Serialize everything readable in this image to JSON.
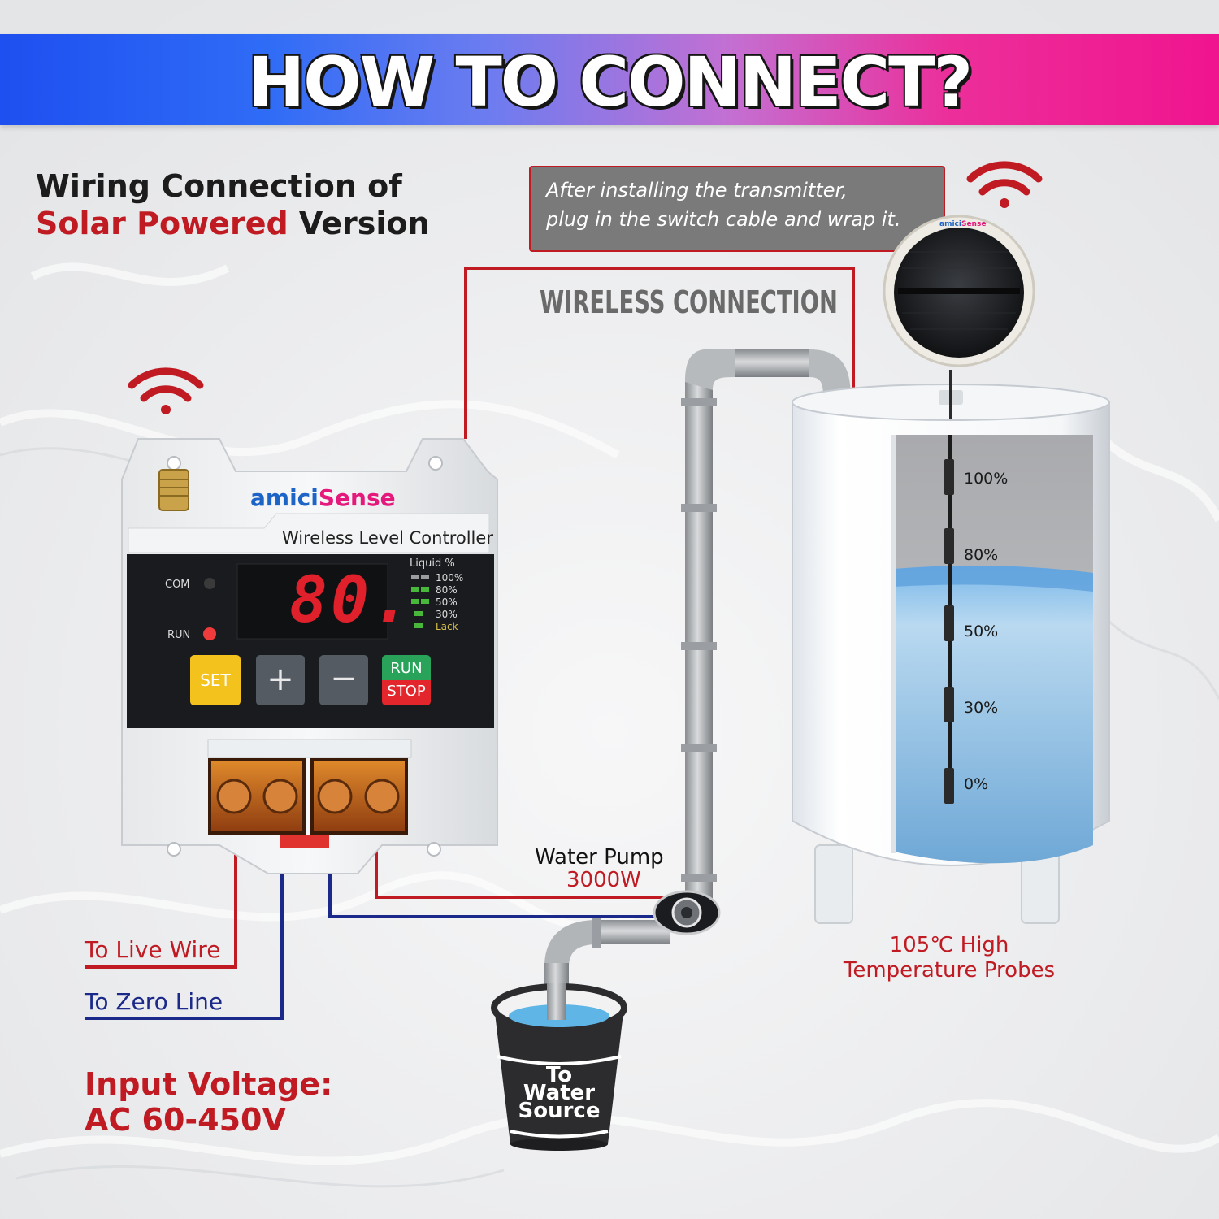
{
  "banner": {
    "title": "HOW TO CONNECT?",
    "gradient_colors": [
      "#1e4ff0",
      "#c46fd2",
      "#f0148e"
    ]
  },
  "heading": {
    "line1": "Wiring Connection of",
    "highlight": "Solar Powered",
    "line2_rest": " Version"
  },
  "note": {
    "line1": "After installing the transmitter,",
    "line2": "plug in the switch cable and wrap it."
  },
  "wireless_connection_label": "WIRELESS CONNECTION",
  "controller": {
    "brand_part1": "amici",
    "brand_part2": "Sense",
    "model_name": "Wireless Level Controller",
    "display_value": "80.",
    "com_label": "COM",
    "run_label": "RUN",
    "liquid_label": "Liquid %",
    "level_labels": [
      "100%",
      "80%",
      "50%",
      "30%",
      "Lack"
    ],
    "buttons": {
      "set": "SET",
      "plus": "+",
      "minus": "−",
      "run": "RUN",
      "stop": "STOP"
    }
  },
  "transmitter": {
    "brand_part1": "amici",
    "brand_part2": "Sense"
  },
  "wiring": {
    "live_wire": "To Live Wire",
    "zero_line": "To Zero Line",
    "live_color": "#c01a22",
    "zero_color": "#1b2a8a"
  },
  "input_voltage": {
    "line1": "Input Voltage:",
    "line2": "AC 60-450V"
  },
  "pump": {
    "label": "Water Pump",
    "power": "3000W"
  },
  "tank": {
    "probe_levels": [
      "100%",
      "80%",
      "50%",
      "30%",
      "0%"
    ],
    "water_level": 0.6
  },
  "probes_label": {
    "line1": "105℃ High",
    "line2": "Temperature Probes"
  },
  "bucket": {
    "line1": "To",
    "line2": "Water",
    "line3": "Source"
  }
}
